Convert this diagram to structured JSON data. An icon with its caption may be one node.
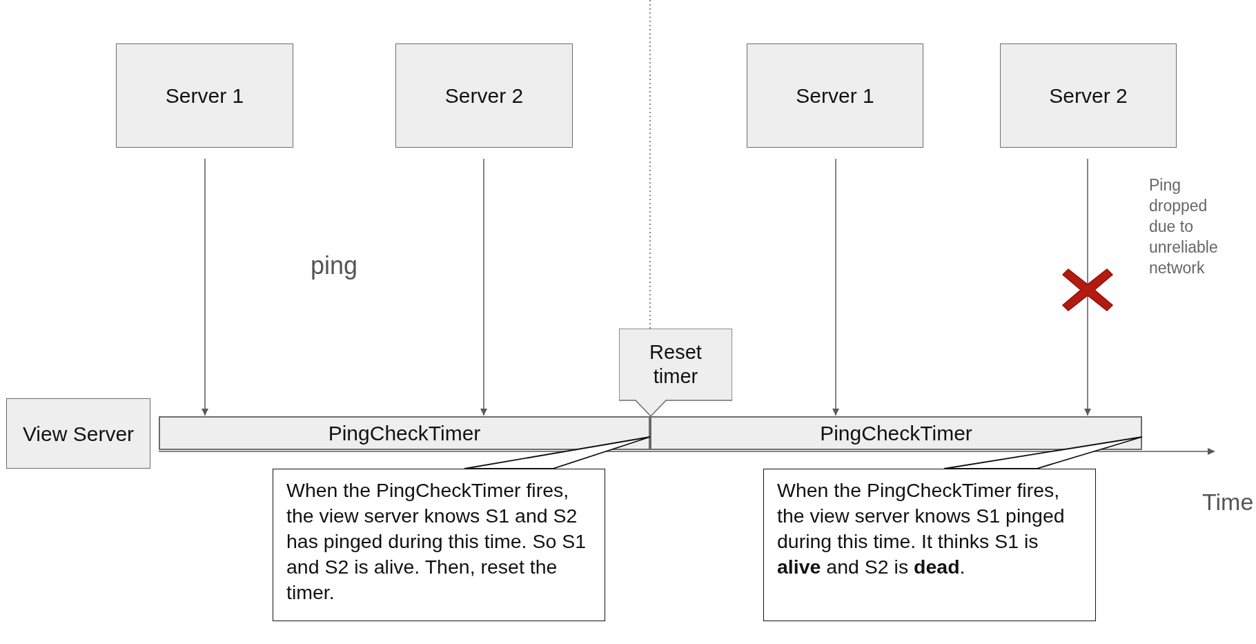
{
  "diagram": {
    "nodes": [
      {
        "text": [
          "Server 1"
        ]
      },
      {
        "text": [
          "Server 2"
        ]
      },
      {
        "text": [
          "Server 1"
        ]
      },
      {
        "text": [
          "Server 2"
        ]
      },
      {
        "text": [
          "Reset timer"
        ]
      },
      {
        "text": [
          "View Server"
        ]
      },
      {
        "text": [
          "PingCheckTimer"
        ]
      },
      {
        "text": [
          "PingCheckTimer"
        ]
      },
      {
        "text": [
          "When the PingCheckTimer fires, the view server knows S1 and S2 has pinged during this time. So S1 and S2 is alive. Then, reset the timer."
        ]
      },
      {
        "text": [
          "When the PingCheckTimer fires, the view server knows S1 pinged during this time. It thinks S1 is **alive** and S2 is **dead**."
        ]
      }
    ],
    "edges": [
      {
        "from": 0,
        "to": 6,
        "arrow": "to"
      },
      {
        "from": 1,
        "to": 6,
        "arrow": "to"
      },
      {
        "from": 2,
        "to": 7,
        "arrow": "to"
      },
      {
        "from": 3,
        "to": 7,
        "arrow": "to"
      },
      {
        "from": 8,
        "to": 6,
        "arrow": "none"
      },
      {
        "from": 9,
        "to": 7,
        "arrow": "none"
      }
    ],
    "labels": [
      "ping",
      "Ping dropped due to unreliable network",
      "Time"
    ]
  }
}
